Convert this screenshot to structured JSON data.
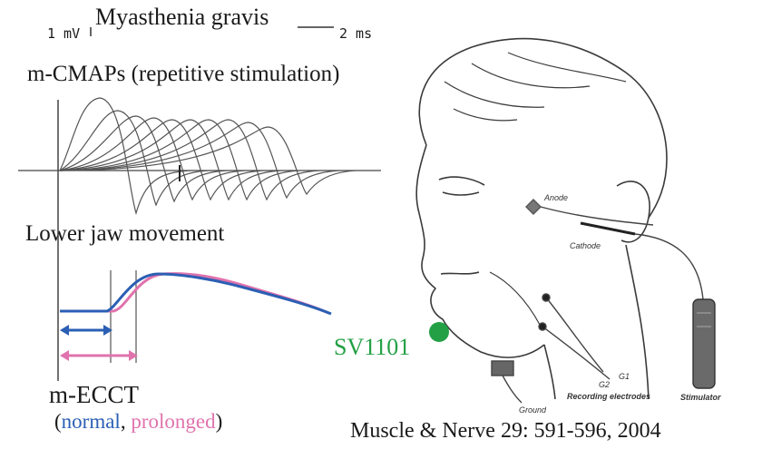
{
  "figure": {
    "title": "Myasthenia gravis",
    "scale_voltage": "1 mV",
    "scale_time": "2 ms",
    "cmap_title": "m-CMAPs (repetitive stimulation)",
    "jaw_title": "Lower jaw movement",
    "eccT_label": "m-ECCT",
    "legend_open": "(",
    "legend_normal": "normal",
    "legend_sep": ", ",
    "legend_prolonged": "prolonged",
    "legend_close": ")",
    "device_label": "SV1101",
    "citation": "Muscle & Nerve 29: 591-596, 2004"
  },
  "illustration": {
    "anode": "Anode",
    "cathode": "Cathode",
    "ground": "Ground",
    "g1": "G1",
    "g2": "G2",
    "recording": "Recording electrodes",
    "stimulator": "Stimulator"
  },
  "colors": {
    "normal": "#2b5fb4",
    "prolonged": "#e073ad",
    "device": "#23a045",
    "trace": "#555555"
  }
}
